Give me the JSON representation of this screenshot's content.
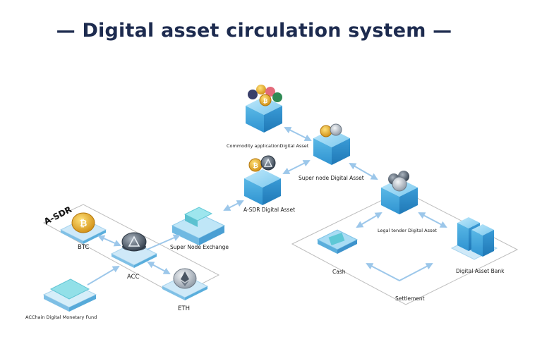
{
  "title": "— Digital asset circulation system —",
  "group_label": "A-SDR",
  "nodes": {
    "commodity": "Commodity applicationDigital Asset",
    "super_node_asset": "Super node Digital Asset",
    "asdr_asset": "A-SDR Digital Asset",
    "super_node_exchange": "Super Node Exchange",
    "legal_tender": "Legal tender Digital Asset",
    "btc": "BTC",
    "acc": "ACC",
    "eth": "ETH",
    "fund": "ACChain Digital Monetary Fund",
    "cash": "Cash",
    "bank": "Digital Asset Bank",
    "settlement": "Settlement"
  },
  "colors": {
    "cube_top": "#8fd3f2",
    "cube_left": "#3fa5dc",
    "cube_right": "#2a86c2",
    "arrow": "#9cc7ea",
    "platform_line": "#bdbdbd",
    "title": "#1d2b4f"
  }
}
